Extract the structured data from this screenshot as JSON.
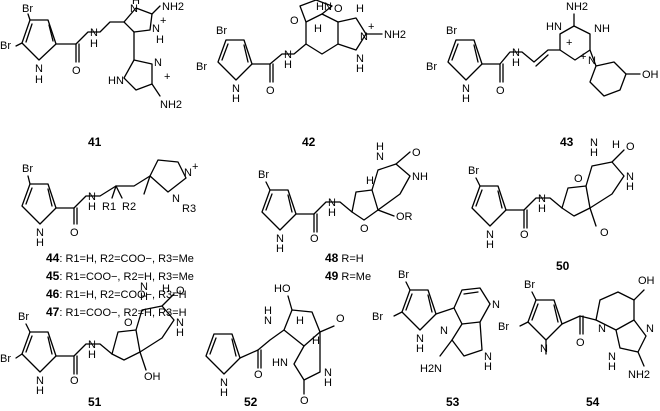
{
  "compounds": [
    {
      "label": "41",
      "atoms": [
        "Br",
        "Br",
        "N",
        "H",
        "O",
        "N",
        "H",
        "NH2",
        "N",
        "H",
        "N",
        "+",
        "H",
        "N",
        "+",
        "N",
        "H",
        "NH2"
      ]
    },
    {
      "label": "42",
      "atoms": [
        "Br",
        "Br",
        "N",
        "H",
        "O",
        "N",
        "H",
        "HN",
        "O",
        "O",
        "H",
        "H",
        "N",
        "+",
        "NH2",
        "N",
        "H"
      ]
    },
    {
      "label": "43",
      "atoms": [
        "NH2",
        "Br",
        "Br",
        "N",
        "H",
        "O",
        "N",
        "H",
        "HN",
        "+",
        "NH",
        "N",
        "+",
        "OH"
      ]
    },
    {
      "label": "44–47",
      "atoms": [
        "Br",
        "N",
        "H",
        "O",
        "N",
        "H",
        "R1",
        "R2",
        "N",
        "+",
        "N",
        "R3"
      ],
      "variants": [
        {
          "label": "44",
          "text": ": R1=H, R2=COO−, R3=Me"
        },
        {
          "label": "45",
          "text": ": R1=COO−, R2=H, R3=Me"
        },
        {
          "label": "46",
          "text": ": R1=H, R2=COO−, R3=H"
        },
        {
          "label": "47",
          "text": ": R1=COO−, R2=H, R3=H"
        }
      ]
    },
    {
      "label": "48/49",
      "atoms": [
        "Br",
        "N",
        "H",
        "O",
        "N",
        "H",
        "H",
        "N",
        "H",
        "O",
        "O",
        "N",
        "H",
        "OR"
      ],
      "variants": [
        {
          "label": "48",
          "text": " R=H"
        },
        {
          "label": "49",
          "text": " R=Me"
        }
      ]
    },
    {
      "label": "50",
      "atoms": [
        "Br",
        "N",
        "H",
        "O",
        "N",
        "H",
        "O",
        "H",
        "N",
        "H",
        "O",
        "N",
        "H",
        "O"
      ]
    },
    {
      "label": "51",
      "atoms": [
        "Br",
        "Br",
        "N",
        "H",
        "O",
        "N",
        "H",
        "O",
        "H",
        "N",
        "H",
        "O",
        "N",
        "H",
        "OH"
      ]
    },
    {
      "label": "52",
      "atoms": [
        "HO",
        "N",
        "H",
        "O",
        "N",
        "H",
        "O",
        "H",
        "H",
        "N",
        "H",
        "N",
        "H",
        "O"
      ]
    },
    {
      "label": "53",
      "atoms": [
        "Br",
        "Br",
        "N",
        "H",
        "N",
        "N",
        "N",
        "H",
        "H2N"
      ]
    },
    {
      "label": "54",
      "atoms": [
        "OH",
        "Br",
        "Br",
        "N",
        "O",
        "N",
        "N",
        "N",
        "H",
        "NH2"
      ]
    }
  ]
}
